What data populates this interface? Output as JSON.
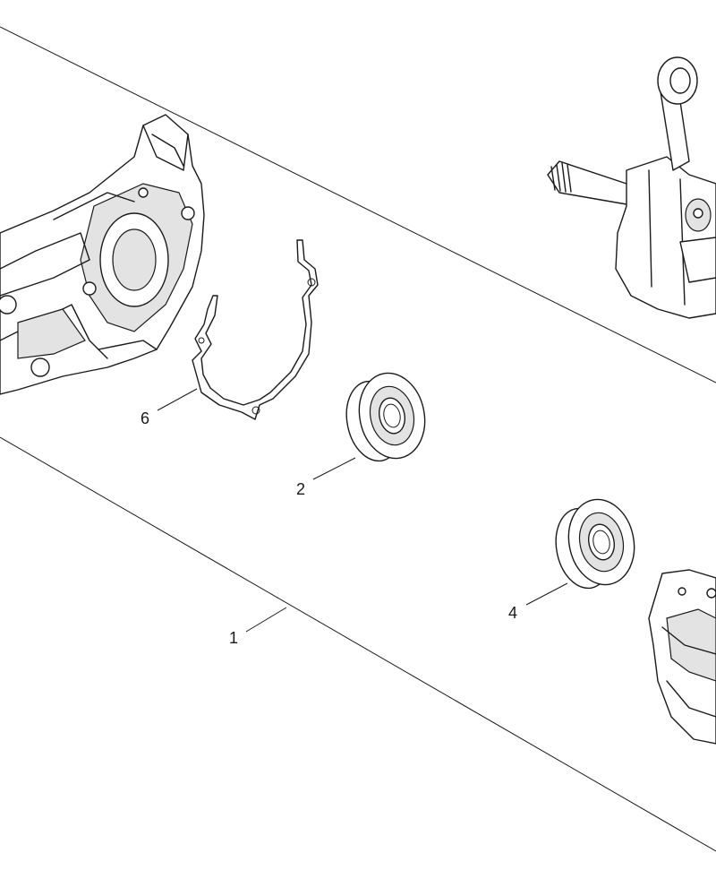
{
  "callouts": [
    {
      "id": "callout-1",
      "label": "1"
    },
    {
      "id": "callout-2",
      "label": "2"
    },
    {
      "id": "callout-4",
      "label": "4"
    },
    {
      "id": "callout-6",
      "label": "6"
    }
  ],
  "parts": [
    {
      "name": "crankcase-half-left",
      "callout": "1"
    },
    {
      "name": "ball-bearing-upper",
      "callout": "2"
    },
    {
      "name": "ball-bearing-lower",
      "callout": "4"
    },
    {
      "name": "gasket",
      "callout": "6"
    },
    {
      "name": "crankshaft-connecting-rod",
      "callout": ""
    },
    {
      "name": "crankcase-half-right",
      "callout": ""
    }
  ]
}
